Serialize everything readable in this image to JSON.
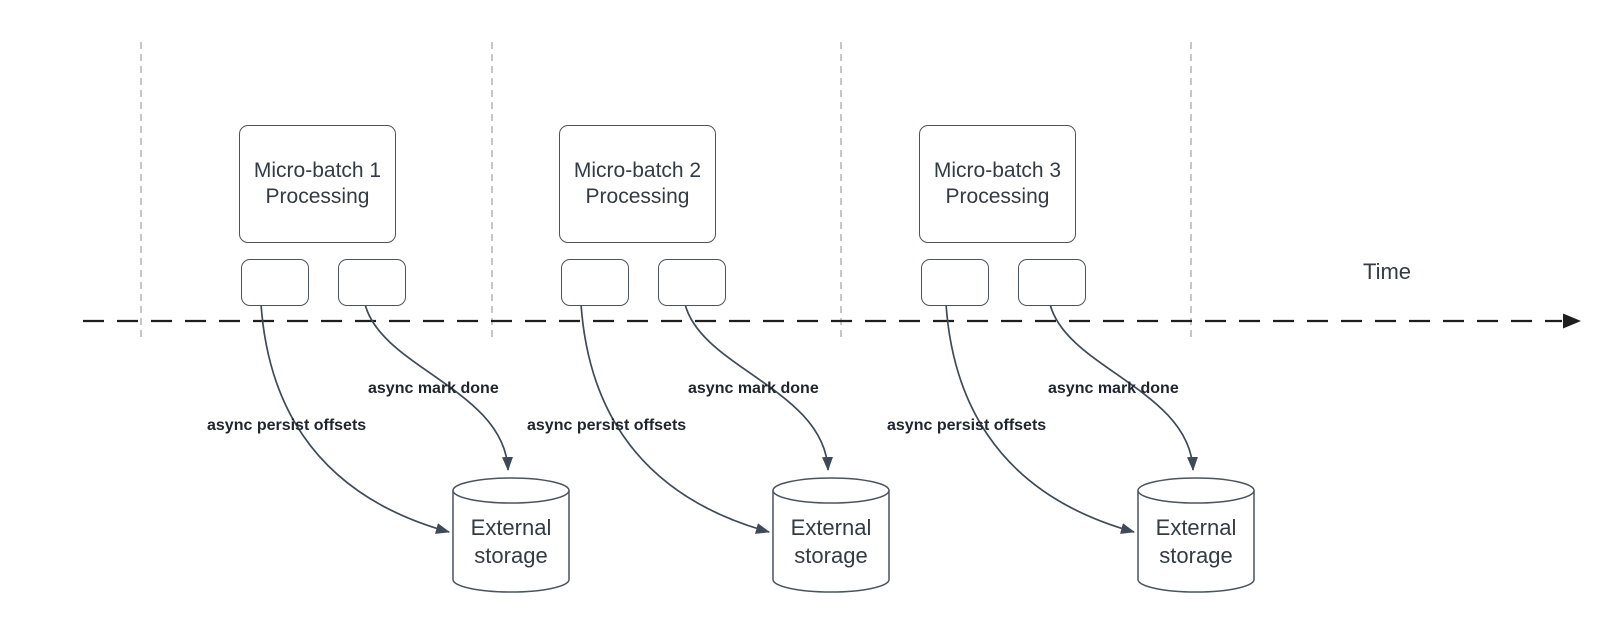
{
  "diagram": {
    "time_axis_label": "Time",
    "colors": {
      "accent": "#3e4a57",
      "box-border": "#4b545e",
      "timeline": "#1e1e1e",
      "guide": "#b6babd",
      "label-text": "#20262e",
      "box-text": "#333b45"
    },
    "columns": [
      {
        "box_line1": "Micro-batch 1",
        "box_line2": "Processing",
        "persist_label": "async persist offsets",
        "done_label": "async mark done",
        "storage_line1": "External",
        "storage_line2": "storage"
      },
      {
        "box_line1": "Micro-batch 2",
        "box_line2": "Processing",
        "persist_label": "async persist offsets",
        "done_label": "async mark done",
        "storage_line1": "External",
        "storage_line2": "storage"
      },
      {
        "box_line1": "Micro-batch 3",
        "box_line2": "Processing",
        "persist_label": "async persist offsets",
        "done_label": "async mark done",
        "storage_line1": "External",
        "storage_line2": "storage"
      }
    ]
  }
}
